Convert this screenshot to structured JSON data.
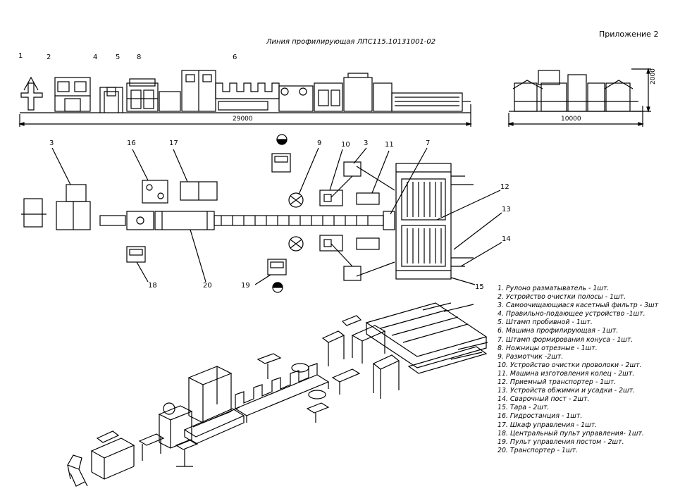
{
  "appendix": "Приложение 2",
  "title": "Линия профилирующая ЛПС115.10131001-02",
  "dimensions": {
    "length_line": "29000",
    "length_end": "10000",
    "height": "2000"
  },
  "side_view_labels": [
    "1",
    "2",
    "4",
    "5",
    "8",
    "6"
  ],
  "plan_labels": [
    "3",
    "16",
    "17",
    "9",
    "10",
    "3",
    "11",
    "7",
    "12",
    "13",
    "14",
    "15",
    "20",
    "19",
    "18"
  ],
  "legend": [
    "1. Рулоно разматыватель - 1шт.",
    "2. Устройство очистки полосы - 1шт.",
    "3. Самоочищающиася касетный фильтр - 3шт",
    "4. Правильно-подающее устройство -1шт.",
    "5. Штамп пробивной - 1шт.",
    "6. Машина профилирующая - 1шт.",
    "7. Штамп формирования конуса - 1шт.",
    "8. Ножницы отрезные - 1шт.",
    "9. Размотчик -2шт.",
    "10. Устройство очистки проволоки - 2шт.",
    "11. Машина изготовления колец - 2шт.",
    "12. Приемный транспортер - 1шт.",
    "13. Устройств обжимки и усадки - 2шт.",
    "14. Сварочный пост - 2шт.",
    "15. Тара - 2шт.",
    "16. Гидростанция - 1шт.",
    "17. Шкаф управления - 1шт.",
    "18. Центральный пульт управления- 1шт.",
    "19. Пульт управления постом - 2шт.",
    "20. Транспортер - 1шт."
  ]
}
